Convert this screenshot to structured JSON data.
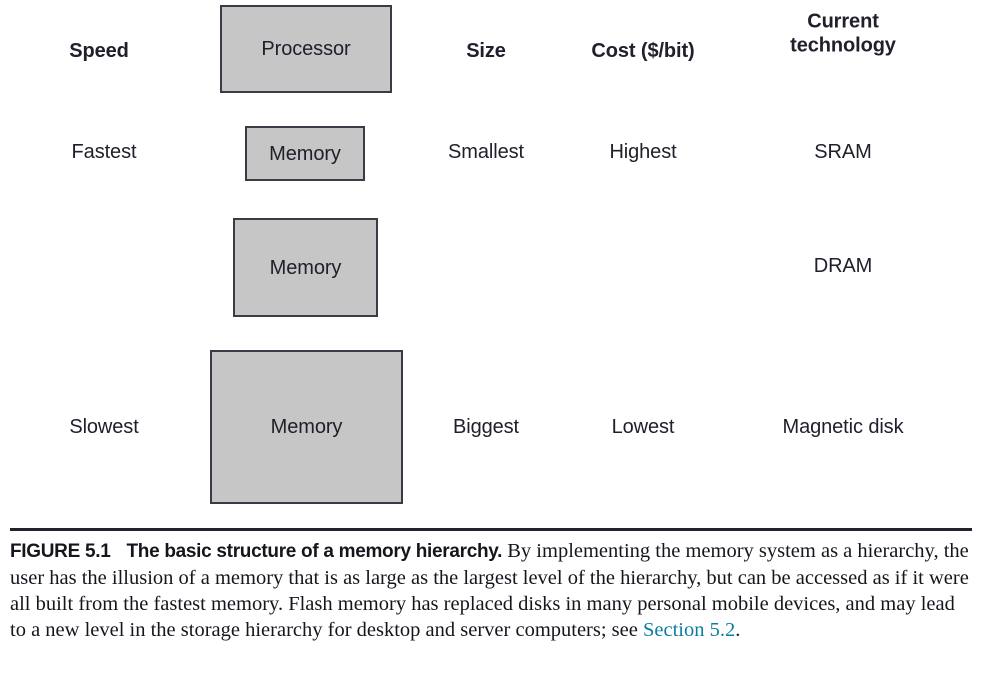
{
  "figure": {
    "type": "memory-hierarchy-diagram",
    "columns": [
      {
        "key": "speed",
        "header": "Speed",
        "header_bold": true
      },
      {
        "key": "blocks",
        "header": "",
        "header_bold": false
      },
      {
        "key": "size",
        "header": "Size",
        "header_bold": true
      },
      {
        "key": "cost",
        "header": "Cost ($/bit)",
        "header_bold": true
      },
      {
        "key": "tech",
        "header": "Current technology",
        "header_bold": true
      }
    ],
    "header_labels": {
      "speed": "Speed",
      "size": "Size",
      "cost": "Cost ($/bit)",
      "tech_line1": "Current",
      "tech_line2": "technology"
    },
    "boxes": [
      {
        "label": "Processor",
        "level": 0
      },
      {
        "label": "Memory",
        "level": 1
      },
      {
        "label": "Memory",
        "level": 2
      },
      {
        "label": "Memory",
        "level": 3
      }
    ],
    "rows": [
      {
        "speed": "Fastest",
        "size": "Smallest",
        "cost": "Highest",
        "tech": "SRAM"
      },
      {
        "speed": "",
        "size": "",
        "cost": "",
        "tech": "DRAM"
      },
      {
        "speed": "Slowest",
        "size": "Biggest",
        "cost": "Lowest",
        "tech": "Magnetic disk"
      }
    ],
    "colors": {
      "box_fill": "#c6c6c6",
      "box_border": "#3b3b45",
      "text": "#20202c",
      "rule": "#23232d",
      "xref_link": "#0d7ca1",
      "background": "#ffffff"
    }
  },
  "caption": {
    "figure_number": "FIGURE 5.1",
    "title": "The basic structure of a memory hierarchy.",
    "body": "By implementing the memory system as a hierarchy, the user has the illusion of a memory that is as large as the largest level of the hierarchy, but can be accessed as if it were all built from the fastest memory. Flash memory has replaced disks in many personal mobile devices, and may lead to a new level in the storage hierarchy for desktop and server computers; see ",
    "xref": "Section 5.2",
    "body_end": "."
  }
}
